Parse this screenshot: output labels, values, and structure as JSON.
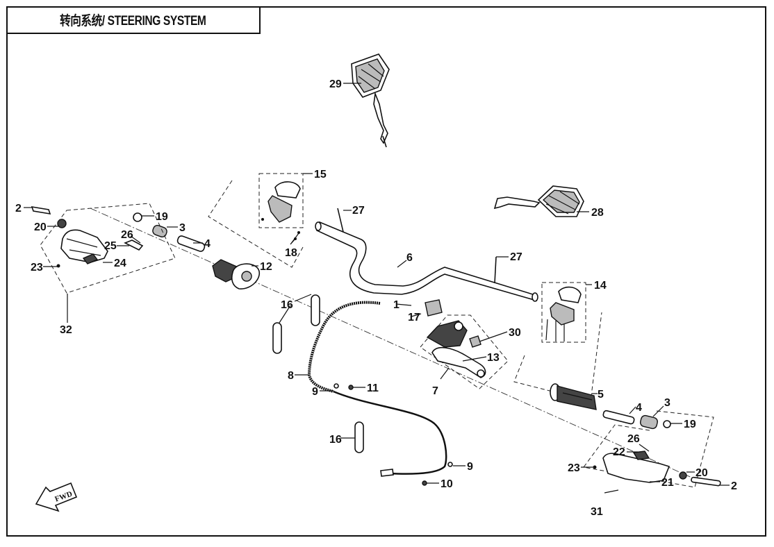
{
  "title": "转向系统/ STEERING SYSTEM",
  "fwd_arrow_text": "FWD",
  "callouts": [
    {
      "id": "c29",
      "label": "29",
      "part": "rearview-mirror-left"
    },
    {
      "id": "c28",
      "label": "28",
      "part": "rearview-mirror-right"
    },
    {
      "id": "c15",
      "label": "15",
      "part": "left-switch-assembly"
    },
    {
      "id": "c18",
      "label": "18",
      "part": "screw"
    },
    {
      "id": "c27a",
      "label": "27",
      "part": "bolt"
    },
    {
      "id": "c27b",
      "label": "27",
      "part": "bolt"
    },
    {
      "id": "c6",
      "label": "6",
      "part": "handlebar"
    },
    {
      "id": "c14",
      "label": "14",
      "part": "right-switch-assembly"
    },
    {
      "id": "c2a",
      "label": "2",
      "part": "bolt"
    },
    {
      "id": "c20a",
      "label": "20",
      "part": "nut"
    },
    {
      "id": "c19a",
      "label": "19",
      "part": "washer"
    },
    {
      "id": "c3a",
      "label": "3",
      "part": "bar-end-weight"
    },
    {
      "id": "c4a",
      "label": "4",
      "part": "bar-end-insert"
    },
    {
      "id": "c26a",
      "label": "26",
      "part": "screw"
    },
    {
      "id": "c25",
      "label": "25",
      "part": "bracket"
    },
    {
      "id": "c23a",
      "label": "23",
      "part": "screw"
    },
    {
      "id": "c24",
      "label": "24",
      "part": "hand-guard-left"
    },
    {
      "id": "c12",
      "label": "12",
      "part": "throttle-grip"
    },
    {
      "id": "c32",
      "label": "32",
      "part": "hand-guard-assembly-left"
    },
    {
      "id": "c16a",
      "label": "16",
      "part": "cable-clip"
    },
    {
      "id": "c16b",
      "label": "16",
      "part": "cable-clip"
    },
    {
      "id": "c1",
      "label": "1",
      "part": "screw"
    },
    {
      "id": "c17",
      "label": "17",
      "part": "clamp"
    },
    {
      "id": "c30",
      "label": "30",
      "part": "adjuster"
    },
    {
      "id": "c13",
      "label": "13",
      "part": "brake-lever"
    },
    {
      "id": "c7",
      "label": "7",
      "part": "master-cylinder-assembly"
    },
    {
      "id": "c8",
      "label": "8",
      "part": "brake-hose"
    },
    {
      "id": "c9a",
      "label": "9",
      "part": "hose-clamp"
    },
    {
      "id": "c11",
      "label": "11",
      "part": "nut"
    },
    {
      "id": "c9b",
      "label": "9",
      "part": "hose-clamp"
    },
    {
      "id": "c10",
      "label": "10",
      "part": "nut"
    },
    {
      "id": "c5",
      "label": "5",
      "part": "grip-right"
    },
    {
      "id": "c4b",
      "label": "4",
      "part": "bar-end-insert"
    },
    {
      "id": "c3b",
      "label": "3",
      "part": "bar-end-weight"
    },
    {
      "id": "c19b",
      "label": "19",
      "part": "washer"
    },
    {
      "id": "c26b",
      "label": "26",
      "part": "screw"
    },
    {
      "id": "c22",
      "label": "22",
      "part": "bracket"
    },
    {
      "id": "c23b",
      "label": "23",
      "part": "screw"
    },
    {
      "id": "c20b",
      "label": "20",
      "part": "nut"
    },
    {
      "id": "c21",
      "label": "21",
      "part": "hand-guard-right"
    },
    {
      "id": "c2b",
      "label": "2",
      "part": "bolt"
    },
    {
      "id": "c31",
      "label": "31",
      "part": "hand-guard-assembly-right"
    }
  ]
}
